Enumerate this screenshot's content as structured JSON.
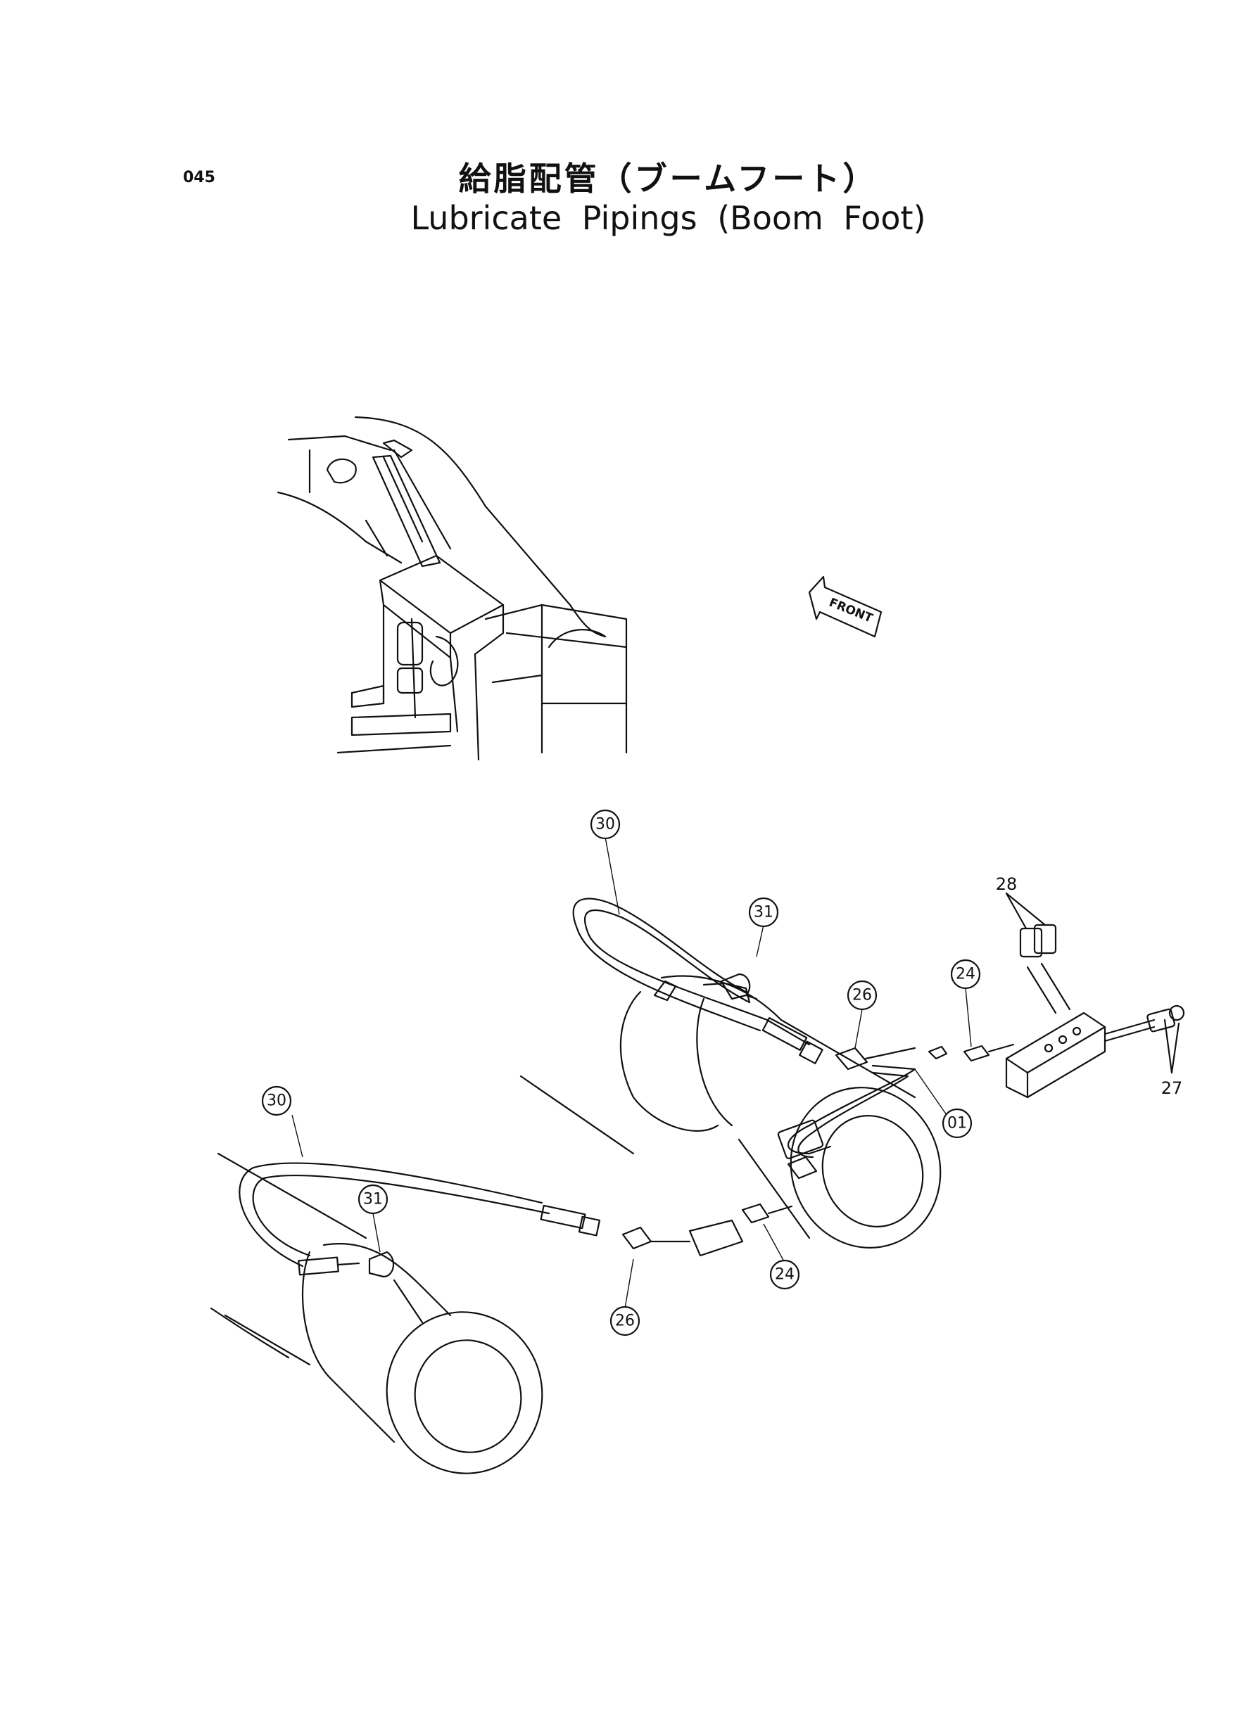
{
  "page_number": "045",
  "title_jp": "給脂配管（ブームフート）",
  "title_en": "Lubricate Pipings (Boom Foot)",
  "front_label": "FRONT",
  "callouts": {
    "c30_upper": "30",
    "c31_upper": "31",
    "c26_upper": "26",
    "c24_upper": "24",
    "c01": "01",
    "c28": "28",
    "c27": "27",
    "c30_lower": "30",
    "c31_lower": "31",
    "c26_lower": "26",
    "c24_lower": "24"
  }
}
